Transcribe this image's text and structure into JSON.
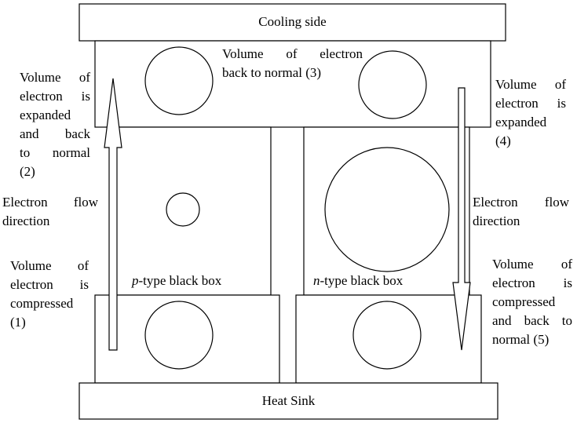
{
  "diagram": {
    "title": "Thermoelectric electron volume diagram",
    "cooling_side": "Cooling side",
    "heat_sink": "Heat Sink",
    "p_box": {
      "italic": "p",
      "rest": "-type black box"
    },
    "n_box": {
      "italic": "n",
      "rest": "-type black box"
    },
    "top_note": [
      "Volume of electron",
      "back to normal (3)"
    ],
    "left_expanded": [
      "Volume of",
      "electron is",
      "expanded",
      "and back",
      "to normal",
      "(2)"
    ],
    "left_flow": [
      "Electron flow",
      "direction"
    ],
    "left_compressed": [
      "Volume of",
      "electron is",
      "compressed",
      "(1)"
    ],
    "right_expanded": [
      "Volume of",
      "electron is",
      "expanded",
      "(4)"
    ],
    "right_flow": [
      "Electron flow",
      "direction"
    ],
    "right_compressed": [
      "Volume of",
      "electron is",
      "compressed",
      "and back to",
      "normal (5)"
    ],
    "colors": {
      "stroke": "#000000",
      "fill": "#ffffff"
    }
  }
}
